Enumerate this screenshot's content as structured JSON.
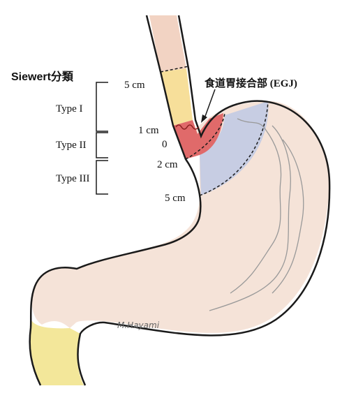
{
  "diagram": {
    "title": "Siewert分類",
    "types": [
      "Type I",
      "Type II",
      "Type III"
    ],
    "distances": {
      "top": "5 cm",
      "upper": "1 cm",
      "zero": "0",
      "lower": "2 cm",
      "bottom": "5 cm"
    },
    "egj_label": "食道胃接合部 (EGJ)",
    "signature": "M.Hayami",
    "colors": {
      "esophagus_upper": "#f2d3c3",
      "type1_zone": "#f7df9a",
      "type2_zone": "#e06a6a",
      "type3_zone": "#c7cde3",
      "stomach": "#f5e3d8",
      "duodenum": "#f3e79a",
      "outline": "#1a1a1a"
    }
  }
}
